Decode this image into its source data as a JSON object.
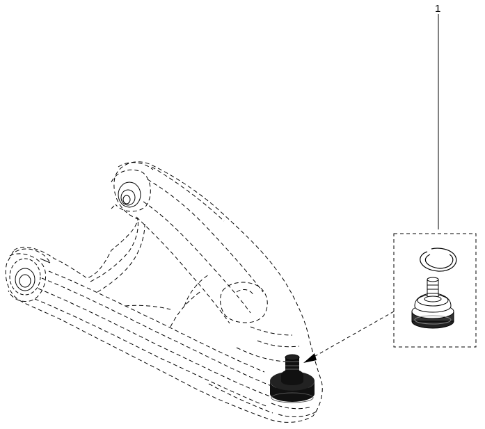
{
  "diagram": {
    "callouts": [
      {
        "label": "1",
        "target": "ball-joint-kit"
      }
    ],
    "colors": {
      "line": "#000000",
      "background": "#ffffff",
      "dark_part": "#111111"
    },
    "parts": [
      {
        "name": "lower-control-arm",
        "style": "dashed"
      },
      {
        "name": "ball-joint-installed",
        "style": "solid"
      },
      {
        "name": "retaining-ring",
        "style": "solid"
      },
      {
        "name": "ball-joint",
        "style": "solid"
      }
    ]
  }
}
